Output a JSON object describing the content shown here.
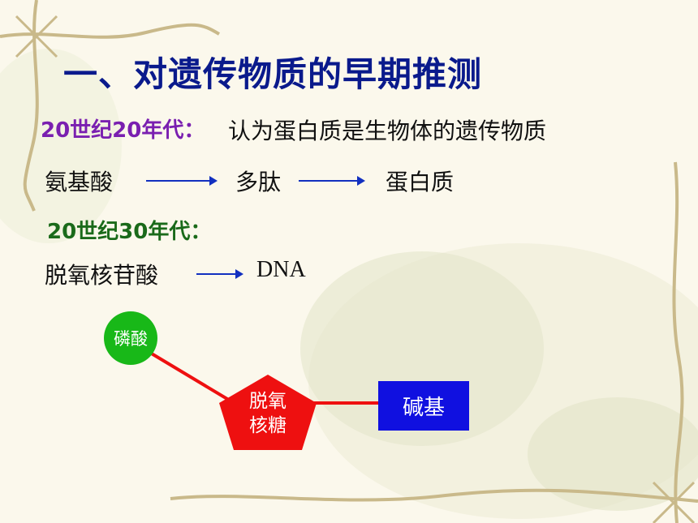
{
  "slide": {
    "title": "一、对遗传物质的早期推测",
    "era1": {
      "label": "20世纪20年代：",
      "text": "认为蛋白质是生物体的遗传物质",
      "chain": [
        "氨基酸",
        "多肽",
        "蛋白质"
      ]
    },
    "era2": {
      "label": "20世纪30年代：",
      "chain": [
        "脱氧核苷酸",
        "DNA"
      ]
    },
    "nucleotide": {
      "phosphate": "磷酸",
      "sugar_line1": "脱氧",
      "sugar_line2": "核糖",
      "base": "碱基"
    }
  },
  "colors": {
    "title": "#0a1a8c",
    "era1": "#7a1fb0",
    "era2": "#1a6a1a",
    "arrow": "#1230c0",
    "phosphate": "#18b818",
    "sugar": "#ee1010",
    "base": "#1010e0",
    "bond": "#ee1010"
  }
}
